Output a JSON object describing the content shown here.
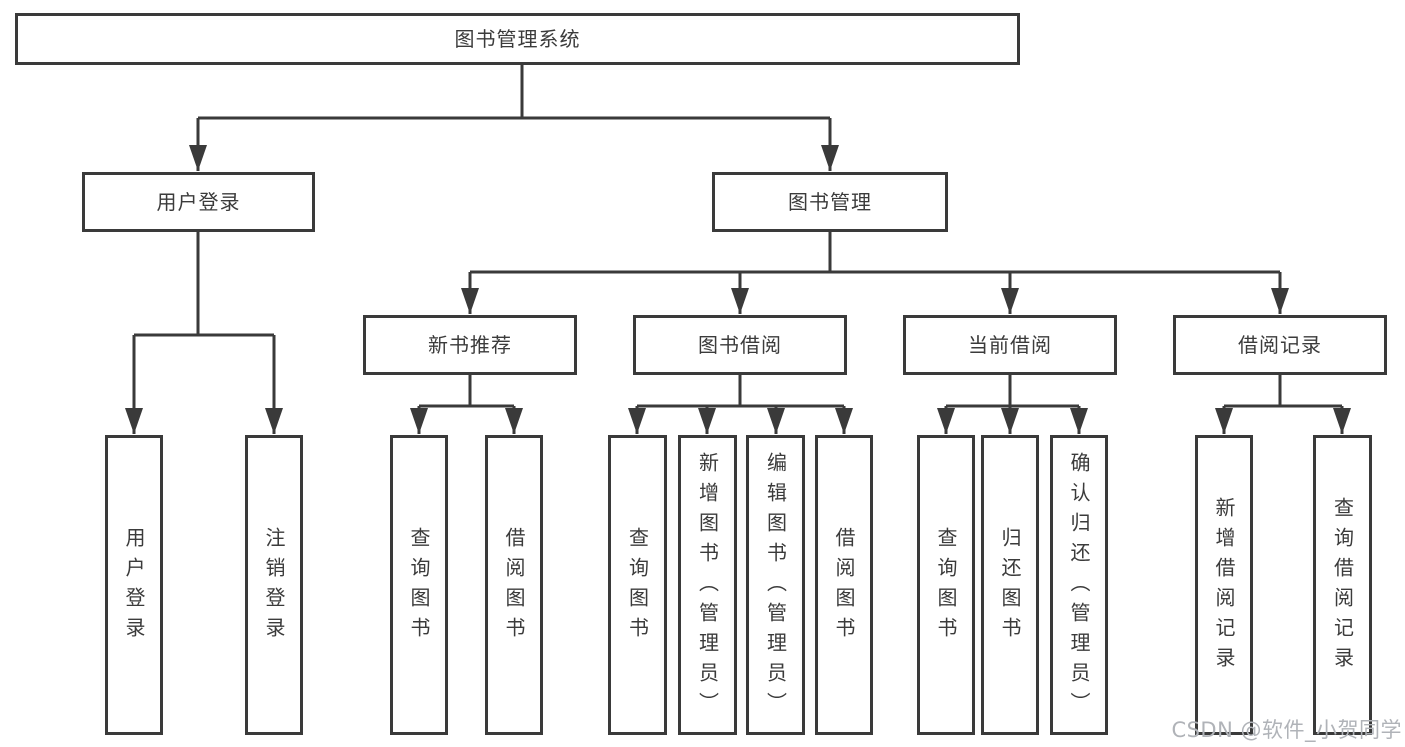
{
  "colors": {
    "line": "#3a3a3a",
    "text": "#3b3b3b",
    "box_background": "#ffffff",
    "watermark": "#b0b3b8"
  },
  "nodes": {
    "root": "图书管理系统",
    "user_login": "用户登录",
    "book_management": "图书管理",
    "new_book_recommend": "新书推荐",
    "book_borrow": "图书借阅",
    "current_borrow": "当前借阅",
    "borrow_records": "借阅记录",
    "leaf_user_login": "用户登录",
    "leaf_logout": "注销登录",
    "leaf_nb_query_books": "查询图书",
    "leaf_nb_borrow_books": "借阅图书",
    "leaf_bb_query_books": "查询图书",
    "leaf_bb_add_books_admin": "新增图书（管理员）",
    "leaf_bb_edit_books_admin": "编辑图书（管理员）",
    "leaf_bb_borrow_books": "借阅图书",
    "leaf_cb_query_books": "查询图书",
    "leaf_cb_return_books": "归还图书",
    "leaf_cb_confirm_return_admin": "确认归还（管理员）",
    "leaf_br_add_record": "新增借阅记录",
    "leaf_br_query_record": "查询借阅记录"
  },
  "watermark": "CSDN @软件_小贺同学"
}
